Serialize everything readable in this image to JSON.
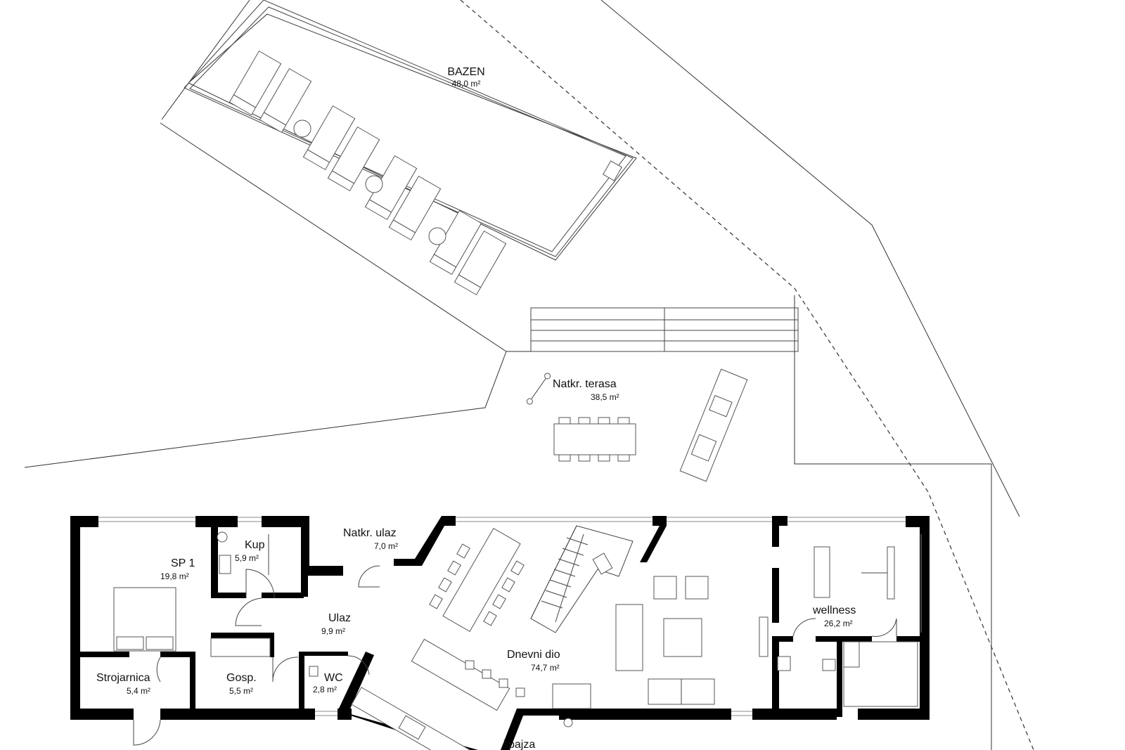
{
  "plan": {
    "rooms": {
      "bazen": {
        "name": "BAZEN",
        "area": "48,0 m²"
      },
      "terasa": {
        "name": "Natkr. terasa",
        "area": "38,5 m²"
      },
      "natkr_ulaz": {
        "name": "Natkr. ulaz",
        "area": "7,0 m²"
      },
      "kup": {
        "name": "Kup",
        "area": "5,9 m²"
      },
      "sp1": {
        "name": "SP 1",
        "area": "19,8 m²"
      },
      "ulaz": {
        "name": "Ulaz",
        "area": "9,9 m²"
      },
      "strojarnica": {
        "name": "Strojarnica",
        "area": "5,4 m²"
      },
      "gosp": {
        "name": "Gosp.",
        "area": "5,5 m²"
      },
      "wc": {
        "name": "WC",
        "area": "2,8 m²"
      },
      "dnevni": {
        "name": "Dnevni dio",
        "area": "74,7 m²"
      },
      "wellness": {
        "name": "wellness",
        "area": "26,2 m²"
      },
      "spajza": {
        "name": "špajza"
      }
    }
  }
}
